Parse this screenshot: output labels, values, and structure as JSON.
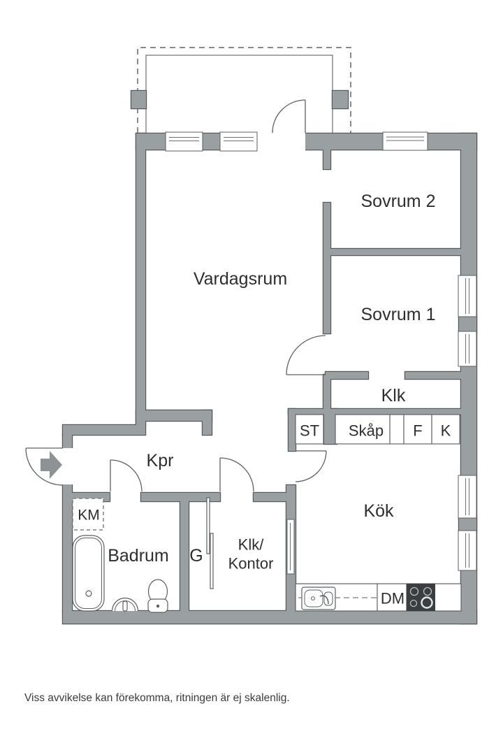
{
  "colors": {
    "background": "#ffffff",
    "wall_fill": "#9aa0a2",
    "wall_edge": "#54585b",
    "line": "#5b5f63",
    "text": "#2d2e30",
    "stove_fill": "#3a3e41"
  },
  "rooms": {
    "vardagsrum": "Vardagsrum",
    "sovrum2": "Sovrum 2",
    "sovrum1": "Sovrum 1",
    "klk": "Klk",
    "kpr": "Kpr",
    "badrum": "Badrum",
    "g": "G",
    "klk_kontor_line1": "Klk/",
    "klk_kontor_line2": "Kontor",
    "kok": "Kök"
  },
  "storage": {
    "st": "ST",
    "skap": "Skåp",
    "f": "F",
    "k": "K"
  },
  "appliances": {
    "km": "KM",
    "dm": "DM"
  },
  "footer": {
    "disclaimer": "Viss avvikelse kan förekomma, ritningen är ej skalenlig."
  }
}
